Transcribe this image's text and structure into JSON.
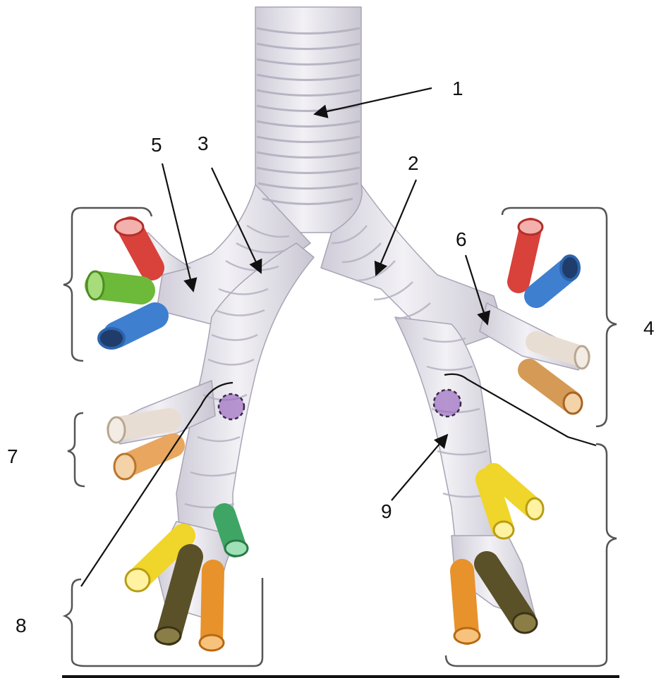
{
  "labels": {
    "l1": "1",
    "l2": "2",
    "l3": "3",
    "l4": "4",
    "l5": "5",
    "l6": "6",
    "l7": "7",
    "l8": "8",
    "l9": "9"
  },
  "colors": {
    "airway_fill": "#e4e2ea",
    "airway_ring": "#b9b6c4",
    "red": "#d9413b",
    "blue": "#3f7fd0",
    "green": "#6db93a",
    "teal_green": "#3ea565",
    "yellow": "#f0d52a",
    "orange": "#e8922c",
    "dark_brown": "#4f4a24",
    "tan": "#d9b98a",
    "purple": "#9b6cc0"
  }
}
